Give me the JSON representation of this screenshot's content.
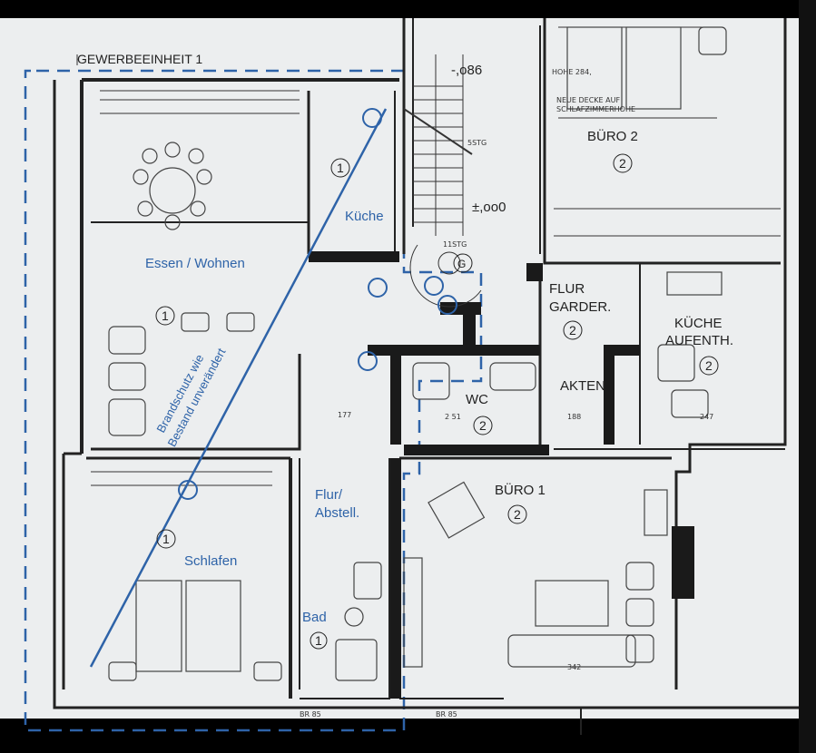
{
  "plan": {
    "title": "GEWERBEEINHEIT 1",
    "rooms": {
      "essen": "Essen / Wohnen",
      "kueche": "Küche",
      "schlafen": "Schlafen",
      "flur_abstell_1": "Flur/",
      "flur_abstell_2": "Abstell.",
      "bad": "Bad",
      "wc": "WC",
      "flur_garder_1": "FLUR",
      "flur_garder_2": "GARDER.",
      "kueche_aufenth_1": "KÜCHE",
      "kueche_aufenth_2": "AUFENTH.",
      "akten": "AKTEN",
      "buero1": "BÜRO 1",
      "buero2": "BÜRO 2"
    },
    "unit_numbers": {
      "essen": "1",
      "kueche": "1",
      "schlafen": "1",
      "bad": "1",
      "wc": "2",
      "flur": "2",
      "kueche_aufenth": "2",
      "buero1": "2",
      "buero2": "2",
      "stair": "G"
    },
    "annotation_1": "Brandschutz wie",
    "annotation_2": "Bestand unverändert",
    "stair": {
      "top": "5STG",
      "bottom": "11STG",
      "level1": "-,o86",
      "level2": "±,oo0"
    },
    "notes": {
      "neue_decke_1": "NEUE DECKE AUF",
      "neue_decke_2": "SCHLAFZIMMERHOHE",
      "hohe": "HOHE 284,",
      "dim_177": "177",
      "dim_251": "2 51",
      "dim_188": "188",
      "dim_247": "247",
      "dim_342": "342",
      "br85_a": "BR 85",
      "br85_b": "BR 85"
    }
  }
}
